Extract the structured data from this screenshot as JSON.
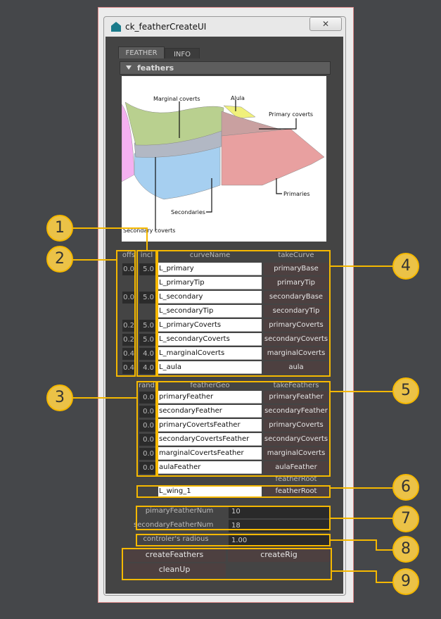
{
  "window": {
    "title": "ck_featherCreateUI",
    "close_icon": "close-x-icon"
  },
  "tabs": [
    {
      "label": "FEATHER",
      "active": true
    },
    {
      "label": "INFO",
      "active": false
    }
  ],
  "frame": {
    "title": "feathers"
  },
  "diagram": {
    "labels": [
      "Marginal coverts",
      "Alula",
      "Primary coverts",
      "Primaries",
      "Secondaries",
      "Secondary coverts"
    ],
    "colors": {
      "marginal": "#b9d08f",
      "alula": "#f0f07a",
      "primaryCoverts": "#c9a0a0",
      "primaries": "#e8a0a0",
      "secondaries": "#a6cff0",
      "secondaryCoverts": "#b2b8c4",
      "tertials": "#f4b0f0"
    }
  },
  "curves": {
    "headers": [
      "offs",
      "incl",
      "curveName",
      "takeCurve"
    ],
    "rows": [
      {
        "offs": "0.0",
        "incl": "5.0",
        "name": "L_primary",
        "button": "primaryBase"
      },
      {
        "offs": "",
        "incl": "",
        "name": "L_primaryTip",
        "button": "primaryTip"
      },
      {
        "offs": "0.0",
        "incl": "5.0",
        "name": "L_secondary",
        "button": "secondaryBase"
      },
      {
        "offs": "",
        "incl": "",
        "name": "L_secondaryTip",
        "button": "secondaryTip"
      },
      {
        "offs": "0.2",
        "incl": "5.0",
        "name": "L_primaryCoverts",
        "button": "primaryCoverts"
      },
      {
        "offs": "0.2",
        "incl": "5.0",
        "name": "L_secondaryCoverts",
        "button": "secondaryCoverts"
      },
      {
        "offs": "0.4",
        "incl": "4.0",
        "name": "L_marginalCoverts",
        "button": "marginalCoverts"
      },
      {
        "offs": "0.4",
        "incl": "4.0",
        "name": "L_aula",
        "button": "aula"
      }
    ]
  },
  "feathers": {
    "headers": [
      "rand",
      "featherGeo",
      "takeFeathers"
    ],
    "rows": [
      {
        "rand": "0.0",
        "name": "primaryFeather",
        "button": "primaryFeather"
      },
      {
        "rand": "0.0",
        "name": "secondaryFeather",
        "button": "secondaryFeather"
      },
      {
        "rand": "0.0",
        "name": "primaryCovertsFeather",
        "button": "primaryCoverts"
      },
      {
        "rand": "0.0",
        "name": "secondaryCovertsFeather",
        "button": "secondaryCoverts"
      },
      {
        "rand": "0.0",
        "name": "marginalCovertsFeather",
        "button": "marginalCoverts"
      },
      {
        "rand": "0.0",
        "name": "aulaFeather",
        "button": "aulaFeather"
      }
    ]
  },
  "root": {
    "header": "featherRoot",
    "value": "L_wing_1",
    "button": "featherRoot"
  },
  "params": {
    "primary_label": "pimaryFeatherNum",
    "primary_value": "10",
    "secondary_label": "secondaryFeatherNum",
    "secondary_value": "18",
    "radius_label": "controler's radious",
    "radius_value": "1.00"
  },
  "actions": {
    "create_feathers": "createFeathers",
    "create_rig": "createRig",
    "clean_up": "cleanUp"
  },
  "callouts": [
    "1",
    "2",
    "3",
    "4",
    "5",
    "6",
    "7",
    "8",
    "9"
  ],
  "callout_color": "#f5b800"
}
